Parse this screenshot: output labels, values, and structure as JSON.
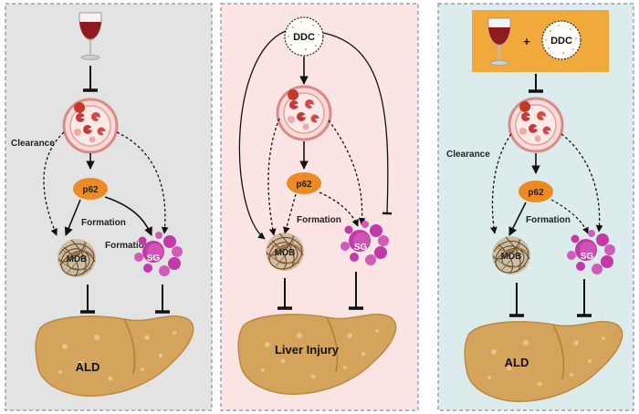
{
  "panels": [
    {
      "background": "#e3e3e3",
      "clearance_label": "Clearance",
      "p62_label": "p62",
      "formation_label_1": "Formation",
      "formation_label_2": "Formation",
      "mdb_label": "MDB",
      "sg_label": "SG",
      "outcome_label": "ALD",
      "inducer": "wine-glass-icon"
    },
    {
      "background": "#fbe4e4",
      "ddc_label": "DDC",
      "p62_label": "p62",
      "formation_label": "Formation",
      "mdb_label": "MDB",
      "sg_label": "SG",
      "outcome_label": "Liver Injury",
      "inducer": "ddc-dish-icon"
    },
    {
      "background": "#dceced",
      "combo_plus": "+",
      "ddc_label": "DDC",
      "clearance_label": "Clearance",
      "p62_label": "p62",
      "formation_label": "Formation",
      "mdb_label": "MDB",
      "sg_label": "SG",
      "outcome_label": "ALD",
      "inducer": "wine-plus-ddc-box",
      "combo_box_color": "#f2a93b"
    }
  ],
  "colors": {
    "p62": "#ec8a24",
    "sg": "#c23aa8",
    "liver": "#d4a45c",
    "wine": "#8e1b1f",
    "cell_ring": "#d98a8a",
    "border": "#8a8aa8"
  }
}
